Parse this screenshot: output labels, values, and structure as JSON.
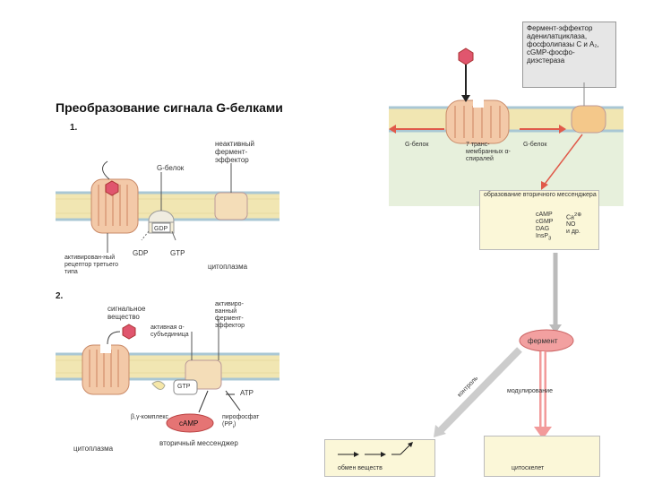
{
  "title": "Преобразование сигнала G-белками",
  "panel1": {
    "number": "1.",
    "g_protein": "G-белок",
    "inactive_effector": "неактивный фермент-эффектор",
    "gdp_box": "GDP",
    "gdp": "GDP",
    "gtp": "GTP",
    "receptor": "активирован-ный рецептор третьего типа",
    "cytoplasm": "цитоплазма"
  },
  "panel2": {
    "number": "2.",
    "signal": "сигнальное вещество",
    "active_alpha": "активная α-субъединица",
    "active_effector": "активиро-ванный фермент-эффектор",
    "gtp": "GTP",
    "atp": "ATP",
    "beta_gamma": "β,γ-комплекс",
    "camp": "cAMP",
    "pyrophosphate": "пирофосфат (PP",
    "pyro_sub": "i",
    "pyro_close": ")",
    "second_messenger": "вторичный мессенджер",
    "cytoplasm": "цитоплазма"
  },
  "right": {
    "effector_box": "Фермент-эффектор аденилатциклаза, фосфолипазы C и A₂, cGMP-фосфо-диэстераза",
    "g_protein_left": "G-белок",
    "helices": "7 транс-мембранных α-спиралей",
    "g_protein_right": "G-белок",
    "second_msg_title": "образование вторичного мессенджера",
    "msg_col1": [
      "cAMP",
      "cGMP",
      "DAG",
      "InsP"
    ],
    "insp_sub": "3",
    "msg_col2": [
      "Ca",
      "NO",
      "и др."
    ],
    "ca_sup": "2⊕",
    "enzyme": "фермент",
    "control": "контроль",
    "modulation": "модулирование",
    "metabolism": "обмен веществ",
    "cytoskeleton": "цитоскелет"
  },
  "colors": {
    "membrane": "#f1e6b2",
    "membrane_edge": "#a9c7d4",
    "receptor": "#f3c9a8",
    "hormone": "#e0566e",
    "messenger": "#c8323d",
    "arrow_gray": "#888888",
    "arrow_red": "#e05a4a",
    "enzyme_fill": "#f2a0a0"
  }
}
